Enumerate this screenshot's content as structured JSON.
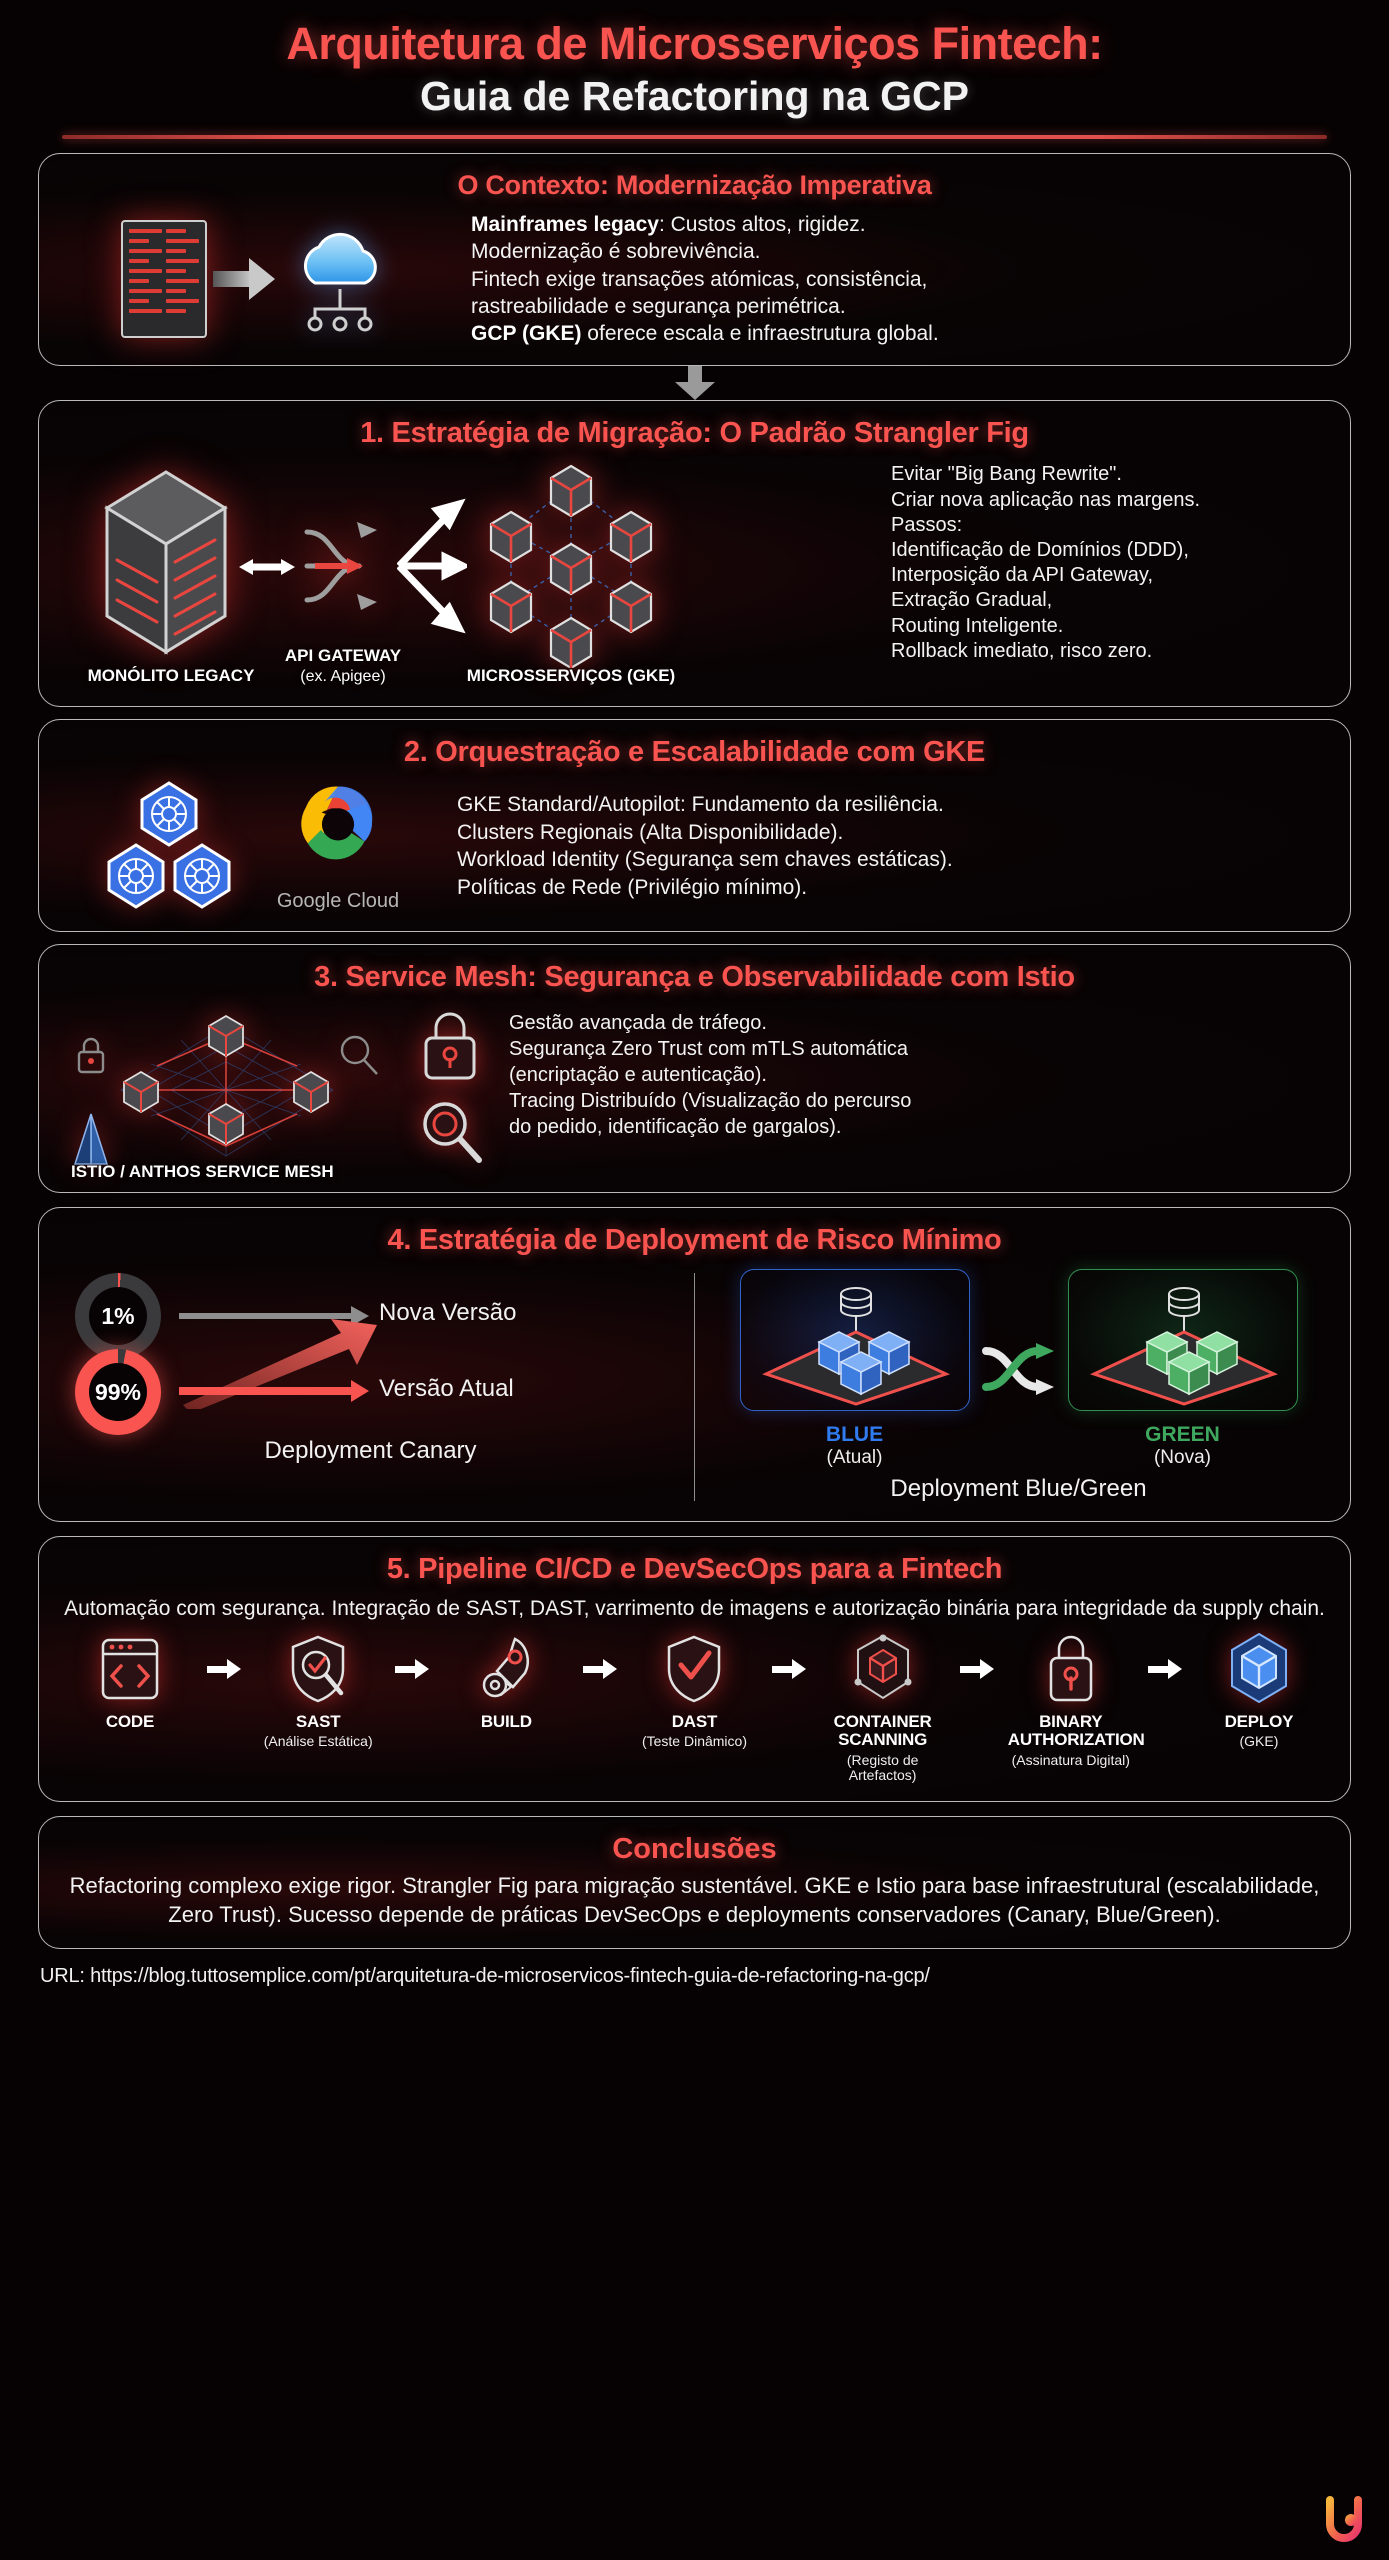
{
  "title": {
    "line1": "Arquitetura de Microsserviços Fintech:",
    "line2": "Guia de Refactoring na GCP"
  },
  "colors": {
    "accent_red": "#FA5450",
    "text_white": "#F3F3F3",
    "blue": "#2F7BEF",
    "green": "#3FA85F",
    "background": "#060203",
    "card_border": "#B9B9B9"
  },
  "context": {
    "heading": "O Contexto: Modernização Imperativa",
    "lines": [
      {
        "bold": "Mainframes legacy",
        "rest": ": Custos altos, rigidez."
      },
      {
        "bold": "",
        "rest": "Modernização é sobrevivência."
      },
      {
        "bold": "",
        "rest": "Fintech exige transações atómicas, consistência,"
      },
      {
        "bold": "",
        "rest": "rastreabilidade e segurança perimétrica."
      },
      {
        "bold": "GCP (GKE)",
        "rest": " oferece escala e infraestrutura global."
      }
    ],
    "icons": {
      "legacy": "server-rack-icon",
      "target": "cloud-icon"
    }
  },
  "section1": {
    "heading": "1. Estratégia de Migração: O Padrão Strangler Fig",
    "captions": {
      "monolith": "MONÓLITO LEGACY",
      "gateway": "API GATEWAY",
      "gateway_sub": "(ex. Apigee)",
      "microservices": "MICROSSERVIÇOS (GKE)"
    },
    "lines": [
      "Evitar \"Big Bang Rewrite\".",
      "Criar nova aplicação nas margens.",
      "Passos:",
      "Identificação de Domínios (DDD),",
      "Interposição da API Gateway,",
      "Extração Gradual,",
      "Routing Inteligente.",
      "Rollback imediato, risco zero."
    ]
  },
  "section2": {
    "heading": "2. Orquestração e Escalabilidade com GKE",
    "gcloud_label": "Google Cloud",
    "lines": [
      "GKE Standard/Autopilot: Fundamento da resiliência.",
      "Clusters Regionais (Alta Disponibilidade).",
      "Workload Identity (Segurança sem chaves estáticas).",
      "Políticas de Rede (Privilégio mínimo)."
    ]
  },
  "section3": {
    "heading": "3. Service Mesh: Segurança e Observabilidade com Istio",
    "caption": "ISTIO / ANTHOS SERVICE MESH",
    "lines": [
      "Gestão avançada de tráfego.",
      "Segurança Zero Trust com mTLS automática",
      "(encriptação e autenticação).",
      "Tracing Distribuído (Visualização do percurso",
      "do pedido, identificação de gargalos)."
    ],
    "badges": [
      "lock-icon",
      "magnifier-icon"
    ]
  },
  "section4": {
    "heading": "4. Estratégia de Deployment de Risco Mínimo",
    "canary": {
      "caption": "Deployment Canary",
      "rows": [
        {
          "percent": "1%",
          "label": "Nova Versão",
          "value": 1,
          "color": "#FA5450"
        },
        {
          "percent": "99%",
          "label": "Versão Atual",
          "value": 99,
          "color": "#FA5450"
        }
      ]
    },
    "bluegreen": {
      "caption": "Deployment Blue/Green",
      "blue": {
        "label": "BLUE",
        "sub": "(Atual)"
      },
      "green": {
        "label": "GREEN",
        "sub": "(Nova)"
      },
      "swap_icon": "shuffle-swap-icon"
    }
  },
  "section5": {
    "heading": "5. Pipeline CI/CD e DevSecOps para a Fintech",
    "intro": "Automação com segurança. Integração de SAST, DAST, varrimento de imagens e autorização binária para integridade da supply chain.",
    "stages": [
      {
        "name": "CODE",
        "sub": "",
        "icon": "code-window-icon"
      },
      {
        "name": "SAST",
        "sub": "(Análise Estática)",
        "icon": "shield-magnifier-icon"
      },
      {
        "name": "BUILD",
        "sub": "",
        "icon": "rocket-gear-icon"
      },
      {
        "name": "DAST",
        "sub": "(Teste Dinâmico)",
        "icon": "shield-check-icon"
      },
      {
        "name": "CONTAINER SCANNING",
        "sub": "(Registo de Artefactos)",
        "icon": "container-scan-icon"
      },
      {
        "name": "BINARY AUTHORIZATION",
        "sub": "(Assinatura Digital)",
        "icon": "padlock-icon"
      },
      {
        "name": "DEPLOY",
        "sub": "(GKE)",
        "icon": "deploy-cube-icon"
      }
    ]
  },
  "conclusions": {
    "heading": "Conclusões",
    "text": "Refactoring complexo exige rigor. Strangler Fig para migração sustentável. GKE e Istio para base infraestrutural (escalabilidade, Zero Trust). Sucesso depende de práticas DevSecOps e deployments conservadores (Canary, Blue/Green)."
  },
  "footer": {
    "url": "URL: https://blog.tuttosemplice.com/pt/arquitetura-de-microservicos-fintech-guia-de-refactoring-na-gcp/",
    "logo": "brand-u-logo"
  }
}
